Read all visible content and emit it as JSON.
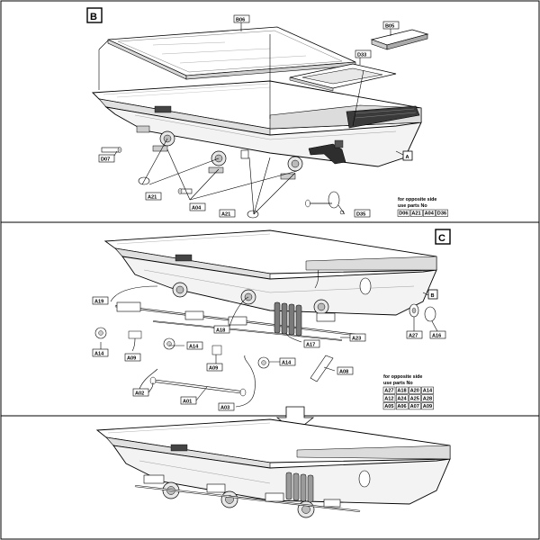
{
  "steps": {
    "b": "B",
    "c": "C"
  },
  "step_b": {
    "callouts": {
      "b06_top": "B06",
      "b05": "B05",
      "d33": "D33",
      "d07": "D07",
      "a21_left": "A21",
      "a04": "A04",
      "a21_bottom": "A21",
      "d35": "D35",
      "ref_a": "A"
    },
    "opposite_note": {
      "line1": "for opposite side",
      "line2": "use parts No",
      "parts": [
        "D06",
        "A21",
        "A04",
        "D36"
      ]
    }
  },
  "step_c": {
    "callouts": {
      "a19": "A19",
      "a14_left": "A14",
      "a09_left": "A09",
      "a18": "A18",
      "a14_mid": "A14",
      "a09_mid": "A09",
      "a17": "A17",
      "a23": "A23",
      "a14_right": "A14",
      "a08": "A08",
      "a02": "A02",
      "a01": "A01",
      "a03": "A03",
      "ref_b": "B",
      "a27": "A27",
      "a16": "A16"
    },
    "opposite_note": {
      "line1": "for opposite side",
      "line2": "use parts No",
      "parts": [
        "A27",
        "A18",
        "A20",
        "A14",
        "A12",
        "A24",
        "A25",
        "A28",
        "A05",
        "A06",
        "A07",
        "A09"
      ]
    }
  },
  "colors": {
    "ink": "#000000",
    "paper": "#ffffff",
    "shade": "#bfbfbf",
    "dark": "#3a3a3a",
    "part_fill": "#9a9a9a"
  }
}
